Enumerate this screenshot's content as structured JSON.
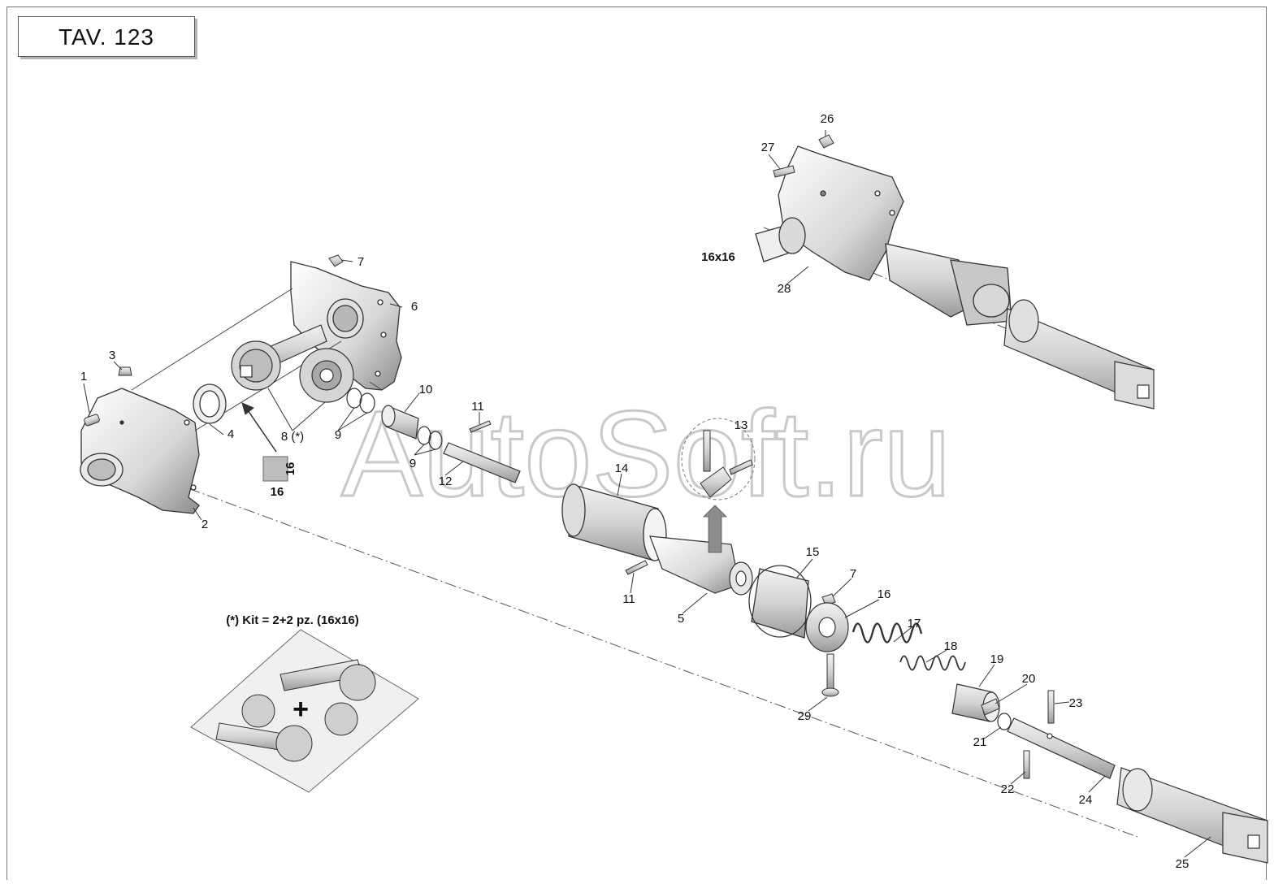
{
  "header": {
    "title": "TAV. 123"
  },
  "watermark": "AutoSoft.ru",
  "kit": {
    "label": "(*) Kit = 2+2 pz. (16x16)",
    "plus": "+"
  },
  "spline_box": {
    "label_side": "16",
    "label_below": "16"
  },
  "assembly_note": "16x16",
  "labels": {
    "l1": "1",
    "l2": "2",
    "l3": "3",
    "l4": "4",
    "l5": "5",
    "l6": "6",
    "l7a": "7",
    "l7b": "7",
    "l8": "8 (*)",
    "l9a": "9",
    "l9b": "9",
    "l10": "10",
    "l11a": "11",
    "l11b": "11",
    "l12": "12",
    "l13": "13",
    "l14": "14",
    "l15": "15",
    "l16": "16",
    "l17": "17",
    "l18": "18",
    "l19": "19",
    "l20": "20",
    "l21": "21",
    "l22": "22",
    "l23": "23",
    "l24": "24",
    "l25": "25",
    "l26": "26",
    "l27": "27",
    "l28": "28",
    "l29": "29"
  }
}
